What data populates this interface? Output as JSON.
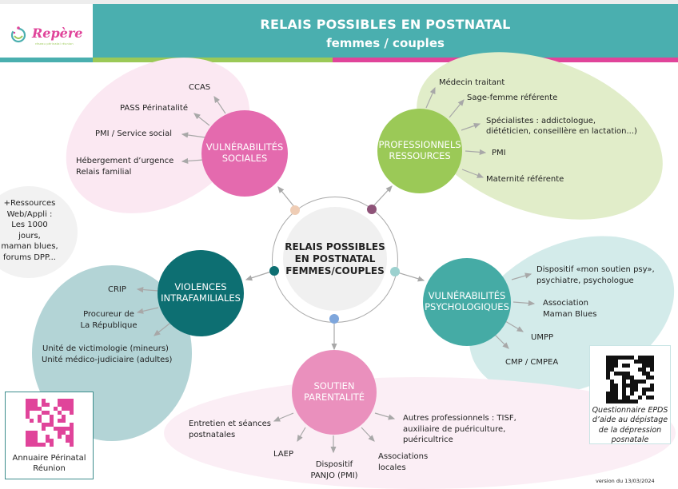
{
  "header": {
    "logo_text": "Repère",
    "logo_tagline": "réseau périnatal réunion",
    "title": "RELAIS POSSIBLES EN POSTNATAL",
    "subtitle": "femmes / couples"
  },
  "colors": {
    "teal_header": "#4aafaf",
    "green": "#9bc957",
    "pink": "#e0449a",
    "hub_social": "#e46aae",
    "hub_pro": "#9bc957",
    "hub_violence": "#0d6f72",
    "hub_psy": "#45aba5",
    "hub_parent": "#ea90bd"
  },
  "center": {
    "title": "RELAIS POSSIBLES EN POSTNATAL FEMMES/COUPLES",
    "line1": "RELAIS POSSIBLES",
    "line2": "EN POSTNATAL",
    "line3": "FEMMES/COUPLES"
  },
  "hubs": {
    "social": {
      "line1": "VULNÉRABILITÉS",
      "line2": "SOCIALES",
      "items": [
        "CCAS",
        "PASS Périnatalité",
        "PMI / Service social",
        "Hébergement d’urgence",
        "Relais familial"
      ]
    },
    "pro": {
      "line1": "PROFESSIONNELS",
      "line2": "RESSOURCES",
      "items": [
        "Médecin traitant",
        "Sage-femme référente",
        "Spécialistes : addictologue,",
        "diététicien, conseillère en lactation...)",
        "PMI",
        "Maternité référente"
      ]
    },
    "violence": {
      "line1": "VIOLENCES",
      "line2": "INTRAFAMILIALES",
      "items": [
        "CRIP",
        "Procureur de",
        "La République",
        "Unité de victimologie (mineurs)",
        "Unité médico-judiciaire (adultes)"
      ]
    },
    "psy": {
      "line1": "VULNÉRABILITÉS",
      "line2": "PSYCHOLOGIQUES",
      "items": [
        "Dispositif «mon soutien psy»,",
        "psychiatre, psychologue",
        "Association",
        "Maman Blues",
        "UMPP",
        "CMP / CMPEA"
      ]
    },
    "parent": {
      "line1": "SOUTIEN",
      "line2": "PARENTALITÉ",
      "items": [
        "Entretien et séances",
        "postnatales",
        "LAEP",
        "Dispositif",
        "PANJO (PMI)",
        "Associations",
        "locales",
        "Autres professionnels : TISF,",
        "auxiliaire de puériculture,",
        "puéricultrice"
      ]
    }
  },
  "resources": {
    "lines": [
      "+Ressources",
      "Web/Appli :",
      "Les 1000 jours,",
      "maman blues,",
      "forums DPP..."
    ]
  },
  "qr_left": {
    "caption_line1": "Annuaire Périnatal",
    "caption_line2": "Réunion"
  },
  "qr_right": {
    "caption_line1": "Questionnaire EPDS",
    "caption_line2": "d’aide au dépistage",
    "caption_line3": "de la dépression",
    "caption_line4": "posnatale"
  },
  "version": "version du 13/03/2024"
}
